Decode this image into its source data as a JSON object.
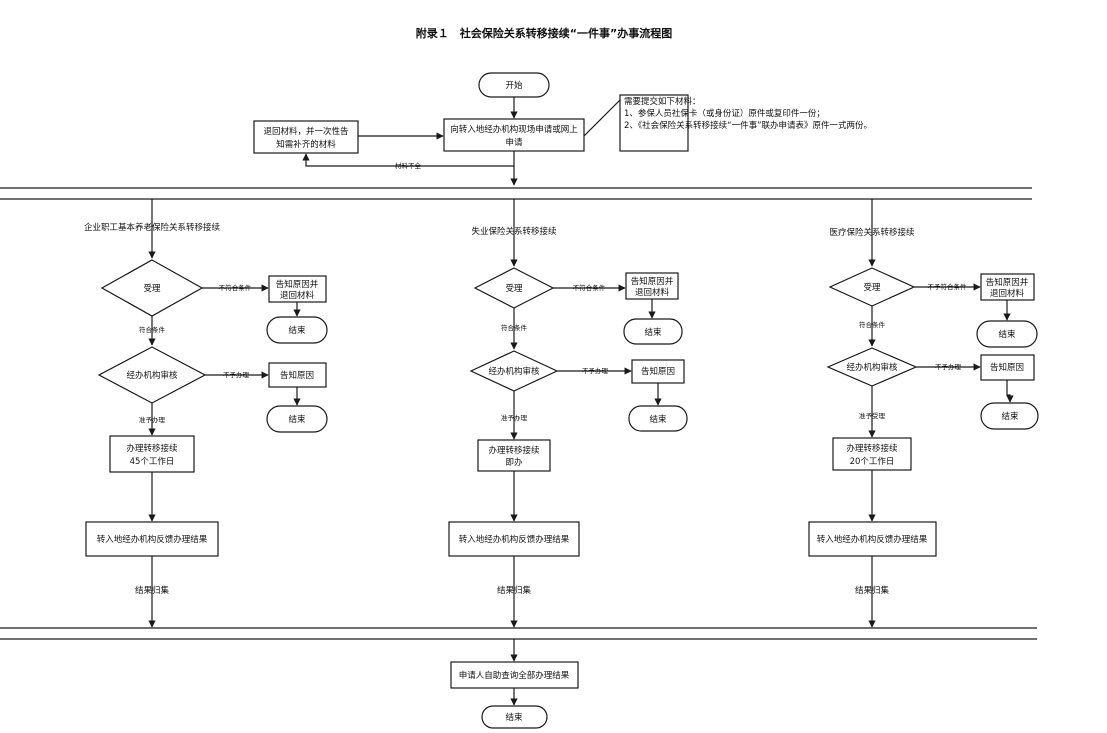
{
  "title": "附录１　社会保险关系转移接续“一件事”办事流程图",
  "top": {
    "start": "开始",
    "apply_line1": "向转入地经办机构现场申请或网上",
    "apply_line2": "申请",
    "return_line1": "退回材料，并一次性告",
    "return_line2": "知需补齐的材料",
    "incomplete": "材料不全",
    "materials_line1": "需要提交如下材料：",
    "materials_line2": "1、参保人员社保卡（或身份证）原件或复印件一份；",
    "materials_line3": "2、《社会保险关系转移接续“一件事”联办申请表》原件一式两份。"
  },
  "lanes": [
    {
      "title": "企业职工基本养老保险关系转移接续",
      "accept": "受理",
      "not_meet": "不符合条件",
      "reject_line1": "告知原因并",
      "reject_line2": "退回材料",
      "end1": "结束",
      "meet": "符合条件",
      "review": "经办机构审核",
      "not_handle": "不予办理",
      "inform": "告知原因",
      "end2": "结束",
      "approve": "准予办理",
      "process_line1": "办理转移接续",
      "process_line2": "45个工作日",
      "feedback": "转入地经办机构反馈办理结果",
      "summary": "结果归集"
    },
    {
      "title": "失业保险关系转移接续",
      "accept": "受理",
      "not_meet": "不符合条件",
      "reject_line1": "告知原因并",
      "reject_line2": "退回材料",
      "end1": "结束",
      "meet": "符合条件",
      "review": "经办机构审核",
      "not_handle": "不予办理",
      "inform": "告知原因",
      "end2": "结束",
      "approve": "准予办理",
      "process_line1": "办理转移接续",
      "process_line2": "即办",
      "feedback": "转入地经办机构反馈办理结果",
      "summary": "结果归集"
    },
    {
      "title": "医疗保险关系转移接续",
      "accept": "受理",
      "not_meet": "不予符合条件",
      "reject_line1": "告知原因并",
      "reject_line2": "退回材料",
      "end1": "结束",
      "meet": "符合条件",
      "review": "经办机构审核",
      "not_handle": "不予办理",
      "inform": "告知原因",
      "end2": "结束",
      "approve": "准予受理",
      "process_line1": "办理转移接续",
      "process_line2": "20个工作日",
      "feedback": "转入地经办机构反馈办理结果",
      "summary": "结果归集"
    }
  ],
  "bottom": {
    "query": "申请人自助查询全部办理结果",
    "end": "结束"
  }
}
